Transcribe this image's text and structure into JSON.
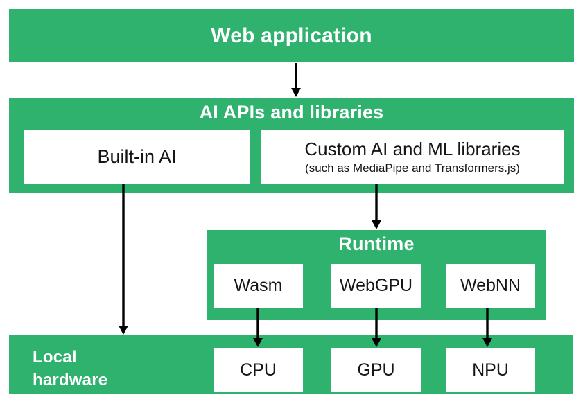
{
  "colors": {
    "green": "#2FB26E",
    "box": "#FFFFFF",
    "title_text": "#FFFFFF",
    "label_text": "#161616",
    "arrow": "#000000"
  },
  "nodes": {
    "web_application": {
      "label": "Web application"
    },
    "ai_apis": {
      "title": "AI APIs and libraries"
    },
    "built_in_ai": {
      "label": "Built-in AI"
    },
    "custom_libraries": {
      "label": "Custom AI and ML libraries",
      "note": "(such as MediaPipe and Transformers.js)"
    },
    "runtime": {
      "title": "Runtime",
      "items": [
        {
          "label": "Wasm"
        },
        {
          "label": "WebGPU"
        },
        {
          "label": "WebNN"
        }
      ]
    },
    "local_hardware": {
      "title": "Local hardware",
      "items": [
        {
          "label": "CPU"
        },
        {
          "label": "GPU"
        },
        {
          "label": "NPU"
        }
      ]
    }
  }
}
